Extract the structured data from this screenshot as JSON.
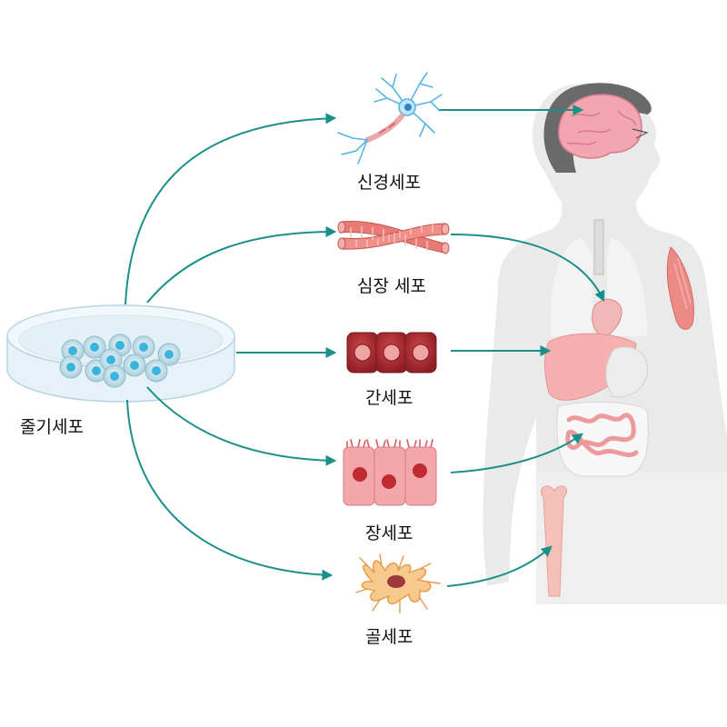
{
  "labels": {
    "stem_cell": "줄기세포",
    "nerve_cell": "신경세포",
    "heart_cell": "심장 세포",
    "liver_cell": "간세포",
    "intestine_cell": "장세포",
    "bone_cell": "골세포"
  },
  "colors": {
    "arrow": "#1a9089",
    "body": "#e6e6e6",
    "hair": "#6a6a6a",
    "brain": "#f2a6b0",
    "muscle_red": "#e9736e",
    "liver_cell": "#b8333a",
    "intestine_cell": "#f3a7aa",
    "bone_cell": "#f2b26a",
    "dish": "#dcecf4",
    "stem_cell_nucleus": "#3bb3dc"
  },
  "icons": {
    "dish": "petri-dish-icon",
    "neuron": "neuron-icon",
    "heart_fiber": "cardiac-muscle-fiber-icon",
    "liver": "hepatocyte-icon",
    "intestine": "enterocyte-icon",
    "bone": "osteocyte-icon",
    "body": "human-body-icon"
  }
}
